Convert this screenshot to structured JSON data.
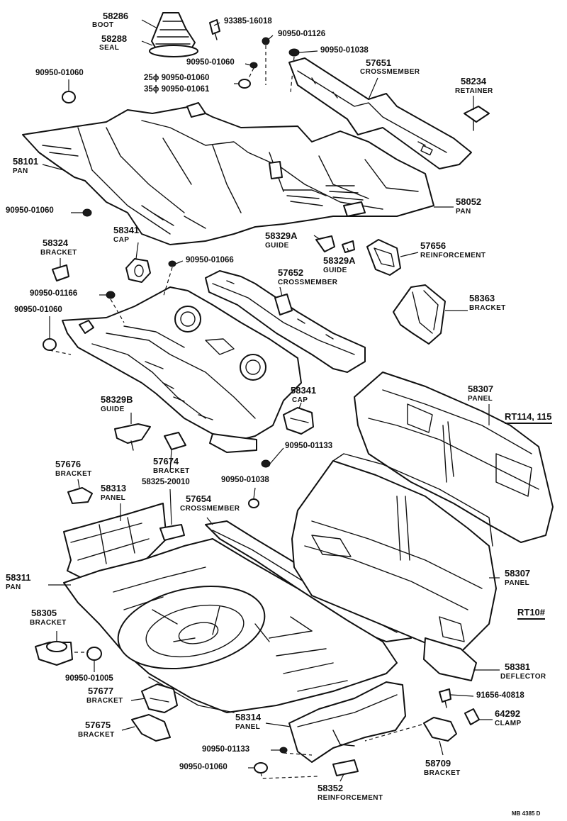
{
  "labels": {
    "boot_no": "58286",
    "boot_name": "BOOT",
    "seal_no": "58288",
    "seal_name": "SEAL",
    "bolt_93385": "93385-16018",
    "plug_01126": "90950-01126",
    "plug_01038_top": "90950-01038",
    "plug_01060_top": "90950-01060",
    "plug_25": "25ϕ 90950-01060",
    "plug_35": "35ϕ 90950-01061",
    "plug_01060_left": "90950-01060",
    "cm_57651_no": "57651",
    "cm_57651_name": "CROSSMEMBER",
    "ret_58234_no": "58234",
    "ret_58234_name": "RETAINER",
    "pan_58101_no": "58101",
    "pan_58101_name": "PAN",
    "pan_58052_no": "58052",
    "pan_58052_name": "PAN",
    "plug_01060_mid": "90950-01060",
    "cap_58341_no": "58341",
    "cap_58341_name": "CAP",
    "br_58324_no": "58324",
    "br_58324_name": "BRACKET",
    "guide_58329a1_no": "58329A",
    "guide_58329a1_name": "GUIDE",
    "guide_58329a2_no": "58329A",
    "guide_58329a2_name": "GUIDE",
    "reinf_57656_no": "57656",
    "reinf_57656_name": "REINFORCEMENT",
    "plug_01066": "90950-01066",
    "cm_57652_no": "57652",
    "cm_57652_name": "CROSSMEMBER",
    "plug_01166": "90950-01166",
    "plug_01060_l2": "90950-01060",
    "br_58363_no": "58363",
    "br_58363_name": "BRACKET",
    "guide_58329b_no": "58329B",
    "guide_58329b_name": "GUIDE",
    "cap_58341b_no": "58341",
    "cap_58341b_name": "CAP",
    "panel_58307a_no": "58307",
    "panel_58307a_name": "PANEL",
    "rt114": "RT114, 115",
    "plug_01133": "90950-01133",
    "br_57676_no": "57676",
    "br_57676_name": "BRACKET",
    "br_57674_no": "57674",
    "br_57674_name": "BRACKET",
    "part_58325": "58325-20010",
    "plug_01038_mid": "90950-01038",
    "panel_58313_no": "58313",
    "panel_58313_name": "PANEL",
    "cm_57654_no": "57654",
    "cm_57654_name": "CROSSMEMBER",
    "pan_58311_no": "58311",
    "pan_58311_name": "PAN",
    "panel_58307b_no": "58307",
    "panel_58307b_name": "PANEL",
    "rt10": "RT10#",
    "br_58305_no": "58305",
    "br_58305_name": "BRACKET",
    "plug_01005": "90950-01005",
    "defl_58381_no": "58381",
    "defl_58381_name": "DEFLECTOR",
    "br_57677_no": "57677",
    "br_57677_name": "BRACKET",
    "bolt_91656": "91656-40818",
    "clamp_64292_no": "64292",
    "clamp_64292_name": "CLAMP",
    "panel_58314_no": "58314",
    "panel_58314_name": "PANEL",
    "br_57675_no": "57675",
    "br_57675_name": "BRACKET",
    "plug_01133_b": "90950-01133",
    "plug_01060_b": "90950-01060",
    "br_58709_no": "58709",
    "br_58709_name": "BRACKET",
    "reinf_58352_no": "58352",
    "reinf_58352_name": "REINFORCEMENT",
    "footer": "MB 4385 D"
  }
}
